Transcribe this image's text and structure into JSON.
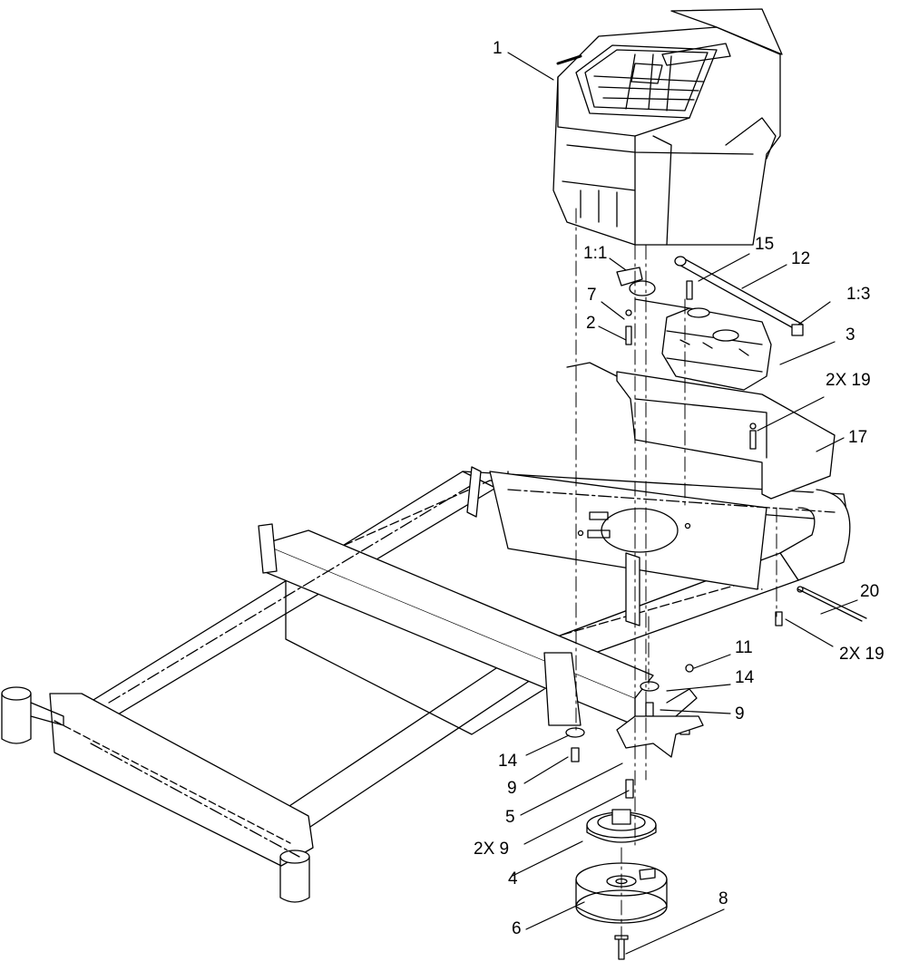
{
  "diagram": {
    "callouts": {
      "c1": "1",
      "c15": "15",
      "c12": "12",
      "c1_1": "1:1",
      "c7": "7",
      "c1_3": "1:3",
      "c2": "2",
      "c3": "3",
      "c2x19_top": "2X 19",
      "c17": "17",
      "c20": "20",
      "c2x19_right": "2X 19",
      "c11": "11",
      "c14_right": "14",
      "c9_right": "9",
      "c14_left": "14",
      "c9_left": "9",
      "c5": "5",
      "c2x9": "2X 9",
      "c4": "4",
      "c8": "8",
      "c6": "6"
    }
  }
}
